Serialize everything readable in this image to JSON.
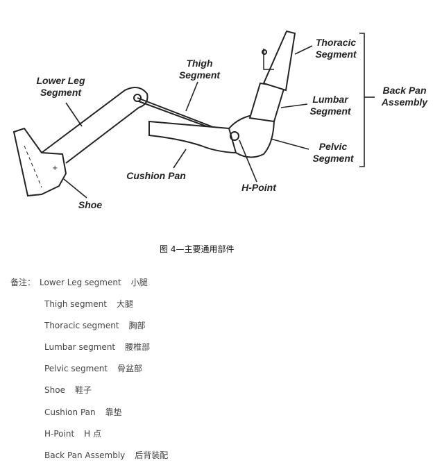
{
  "diagram": {
    "labels": {
      "lower_leg": "Lower Leg Segment",
      "thigh": "Thigh Segment",
      "thoracic": "Thoracic Segment",
      "lumbar": "Lumbar Segment",
      "back_pan": "Back Pan Assembly",
      "pelvic": "Pelvic Segment",
      "cushion_pan": "Cushion Pan",
      "h_point": "H-Point",
      "shoe": "Shoe"
    }
  },
  "caption": "图 4—主要通用部件",
  "notes": {
    "prefix": "备注：",
    "items": [
      {
        "en": "Lower Leg segment",
        "cn": "小腿"
      },
      {
        "en": "Thigh segment",
        "cn": "大腿"
      },
      {
        "en": "Thoracic segment",
        "cn": "胸部"
      },
      {
        "en": "Lumbar segment",
        "cn": "腰椎部"
      },
      {
        "en": "Pelvic segment",
        "cn": "骨盆部"
      },
      {
        "en": "Shoe",
        "cn": "鞋子"
      },
      {
        "en": "Cushion Pan",
        "cn": "靠垫"
      },
      {
        "en": "H-Point",
        "cn": "H 点"
      },
      {
        "en": "Back Pan Assembly",
        "cn": "后背装配"
      }
    ]
  }
}
